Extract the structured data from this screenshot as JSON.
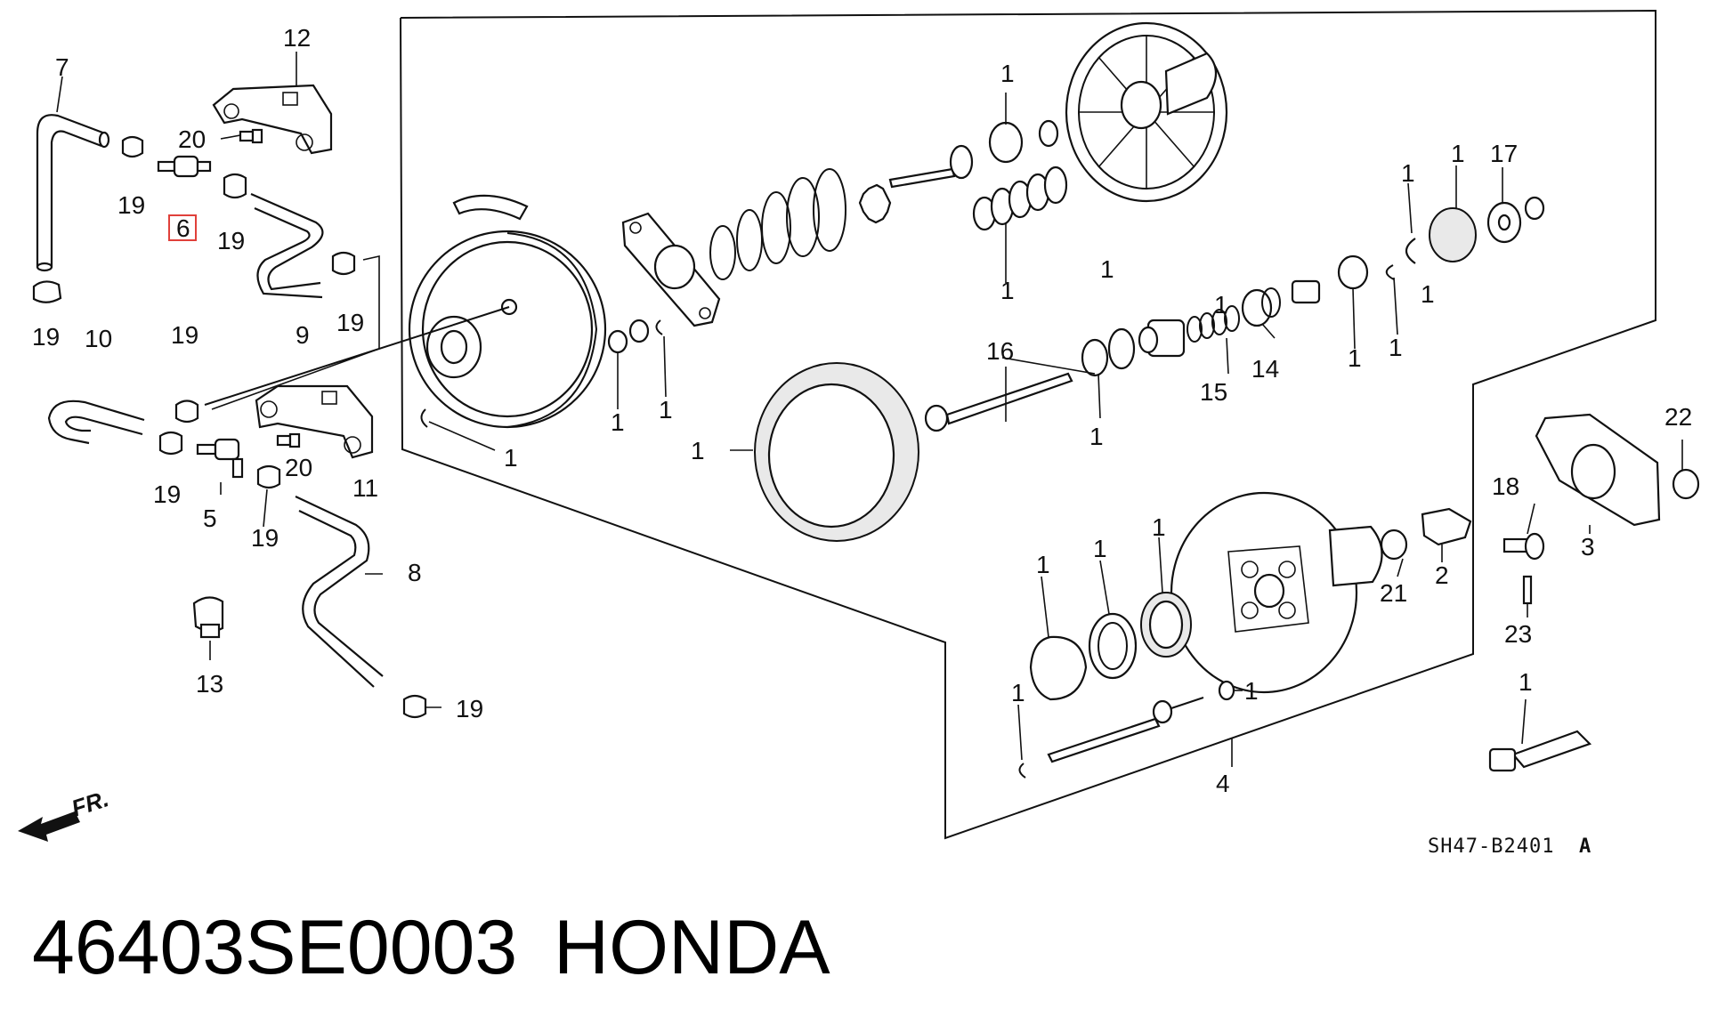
{
  "diagram": {
    "callouts": [
      {
        "id": "c7",
        "text": "7"
      },
      {
        "id": "c12",
        "text": "12"
      },
      {
        "id": "c20a",
        "text": "20"
      },
      {
        "id": "c19a",
        "text": "19"
      },
      {
        "id": "c6",
        "text": "6"
      },
      {
        "id": "c19b",
        "text": "19"
      },
      {
        "id": "c19c",
        "text": "19"
      },
      {
        "id": "c9",
        "text": "9"
      },
      {
        "id": "c19d",
        "text": "19"
      },
      {
        "id": "c10",
        "text": "10"
      },
      {
        "id": "c19e",
        "text": "19"
      },
      {
        "id": "c20b",
        "text": "20"
      },
      {
        "id": "c11",
        "text": "11"
      },
      {
        "id": "c19f",
        "text": "19"
      },
      {
        "id": "c5",
        "text": "5"
      },
      {
        "id": "c19g",
        "text": "19"
      },
      {
        "id": "c8",
        "text": "8"
      },
      {
        "id": "c13",
        "text": "13"
      },
      {
        "id": "c19h",
        "text": "19"
      },
      {
        "id": "c1a",
        "text": "1"
      },
      {
        "id": "c1b",
        "text": "1"
      },
      {
        "id": "c1c",
        "text": "1"
      },
      {
        "id": "c1d",
        "text": "1"
      },
      {
        "id": "c1e",
        "text": "1"
      },
      {
        "id": "c1f",
        "text": "1"
      },
      {
        "id": "c17",
        "text": "17"
      },
      {
        "id": "c1g",
        "text": "1"
      },
      {
        "id": "c1h",
        "text": "1"
      },
      {
        "id": "c1i",
        "text": "1"
      },
      {
        "id": "c16",
        "text": "16"
      },
      {
        "id": "c1j",
        "text": "1"
      },
      {
        "id": "c15",
        "text": "15"
      },
      {
        "id": "c14",
        "text": "14"
      },
      {
        "id": "c1k",
        "text": "1"
      },
      {
        "id": "c1l",
        "text": "1"
      },
      {
        "id": "c1m",
        "text": "1"
      },
      {
        "id": "c1n",
        "text": "1"
      },
      {
        "id": "c22",
        "text": "22"
      },
      {
        "id": "c18",
        "text": "18"
      },
      {
        "id": "c3",
        "text": "3"
      },
      {
        "id": "c21",
        "text": "21"
      },
      {
        "id": "c2",
        "text": "2"
      },
      {
        "id": "c23",
        "text": "23"
      },
      {
        "id": "c1o",
        "text": "1"
      },
      {
        "id": "c1p",
        "text": "1"
      },
      {
        "id": "c1q",
        "text": "1"
      },
      {
        "id": "c1r",
        "text": "1"
      },
      {
        "id": "c1s",
        "text": "1"
      },
      {
        "id": "c1t",
        "text": "1"
      },
      {
        "id": "c4",
        "text": "4"
      }
    ],
    "highlighted_part": "6",
    "highlight_color": "#e0403a",
    "front_marker": "FR.",
    "drawing_code": "SH47-B2401",
    "drawing_code_suffix": "A"
  },
  "caption": {
    "part_number": "46403SE0003",
    "brand": "HONDA"
  }
}
